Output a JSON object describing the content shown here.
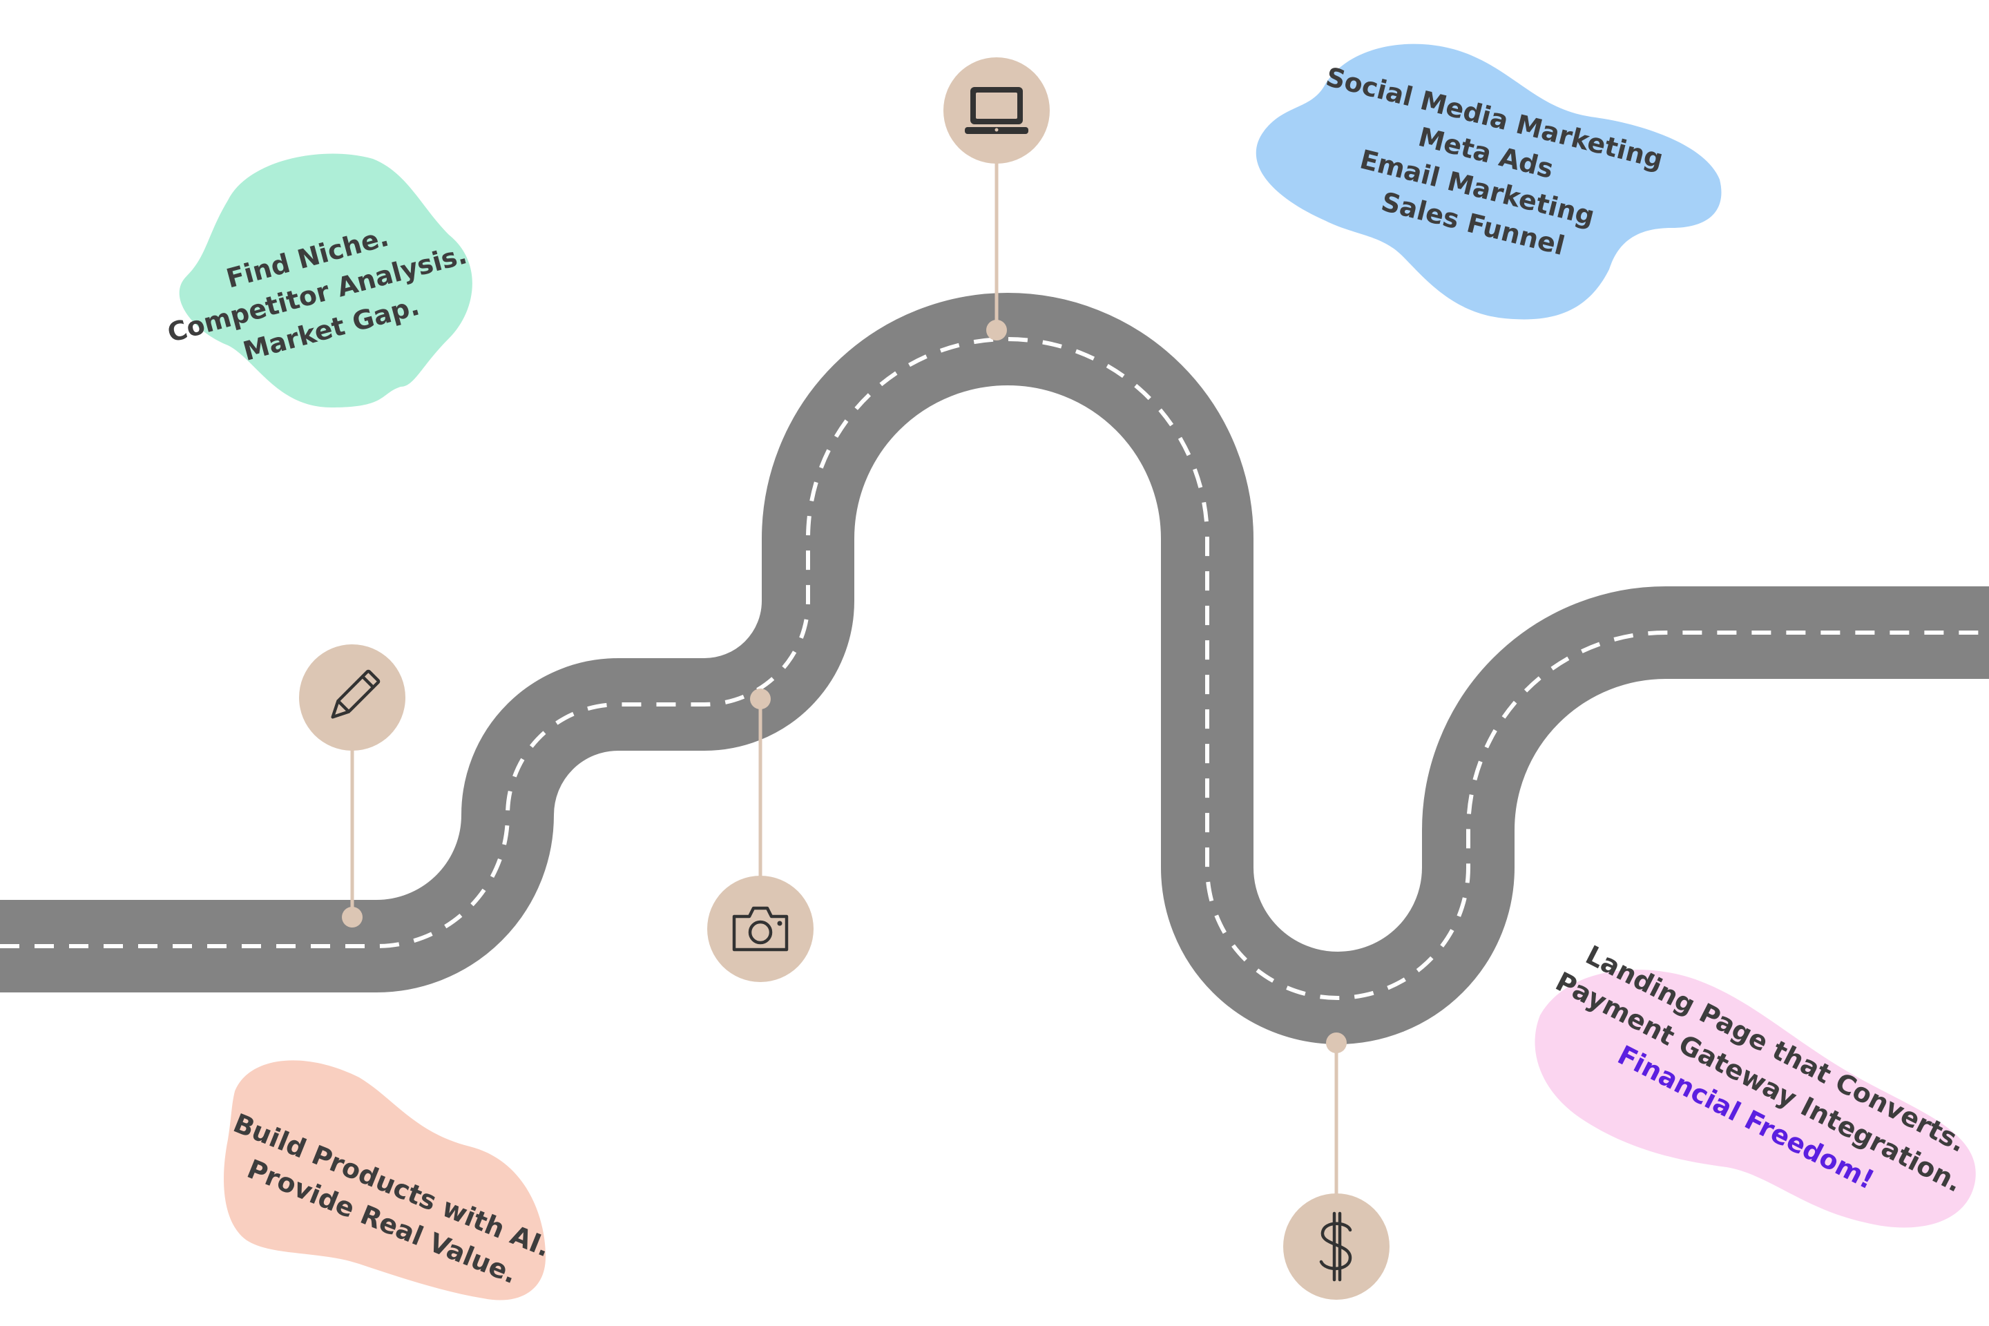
{
  "colors": {
    "road": "#838383",
    "road_dash": "#ffffff",
    "pin": "#dcc6b4",
    "icon": "#333333",
    "text": "#3d3d3d",
    "highlight": "#5b1fe0",
    "blob_green": "#aeeed7",
    "blob_blue": "#a6d1f8",
    "blob_peach": "#f9cfc0",
    "blob_pink": "#fbd5f0"
  },
  "milestones": [
    {
      "icon": "pencil-icon",
      "blob_color": "green",
      "lines": [
        "Find Niche.",
        "Competitor Analysis.",
        "Market Gap."
      ]
    },
    {
      "icon": "camera-icon",
      "blob_color": "peach",
      "lines": [
        "Build Products with AI.",
        "Provide Real Value."
      ]
    },
    {
      "icon": "laptop-icon",
      "blob_color": "blue",
      "lines": [
        "Social Media Marketing",
        "Meta Ads",
        "Email Marketing",
        "Sales Funnel"
      ]
    },
    {
      "icon": "dollar-icon",
      "blob_color": "pink",
      "lines": [
        "Landing Page that Converts.",
        "Payment Gateway Integration."
      ],
      "highlight_line": "Financial Freedom!"
    }
  ]
}
